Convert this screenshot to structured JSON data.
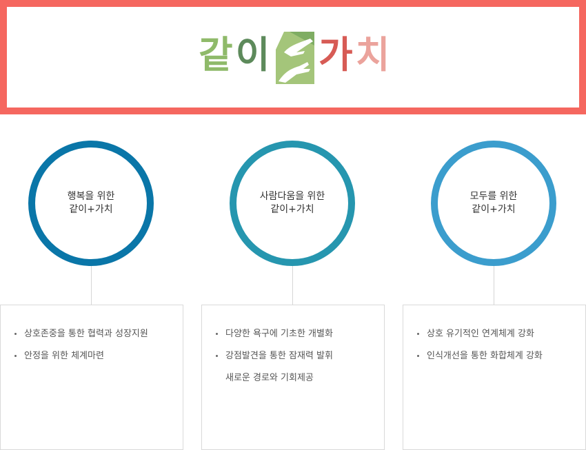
{
  "banner": {
    "logo_left": "같이",
    "logo_right": "가치",
    "border_color": "#f5675f",
    "mark_icon": "helping-hands-icon"
  },
  "columns": [
    {
      "title_line1": "행복을 위한",
      "title_line2": "같이+가치",
      "ring_color": "#0a76a8",
      "items": [
        "상호존중을 통한 협력과 성장지원",
        "안정을 위한 체계마련"
      ],
      "continuation": ""
    },
    {
      "title_line1": "사람다움을 위한",
      "title_line2": "같이+가치",
      "ring_color": "#2696af",
      "items": [
        "다양한 욕구에 기초한 개별화",
        "강점발견을 통한 잠재력 발휘"
      ],
      "continuation": "새로운 경로와 기회제공"
    },
    {
      "title_line1": "모두를 위한",
      "title_line2": "같이+가치",
      "ring_color": "#3b9dcd",
      "items": [
        "상호 유기적인 연계체계 강화",
        "인식개선을 통한 화합체계 강화"
      ],
      "continuation": ""
    }
  ]
}
